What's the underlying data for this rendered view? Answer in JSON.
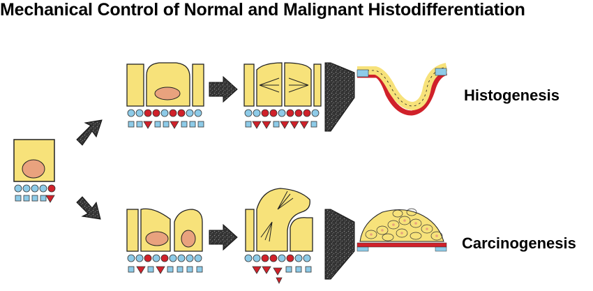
{
  "title": "Mechanical Control of Normal and Malignant Histodifferentiation",
  "labels": {
    "top_pathway": "Histogenesis",
    "bottom_pathway": "Carcinogenesis"
  },
  "colors": {
    "cell_fill": "#f7e27a",
    "cell_outline": "#1a1a1a",
    "nucleus": "#e9a27e",
    "receptor_blue": "#8ecbe8",
    "receptor_red": "#d0212a",
    "arrow_fill": "#2a2a2a"
  }
}
